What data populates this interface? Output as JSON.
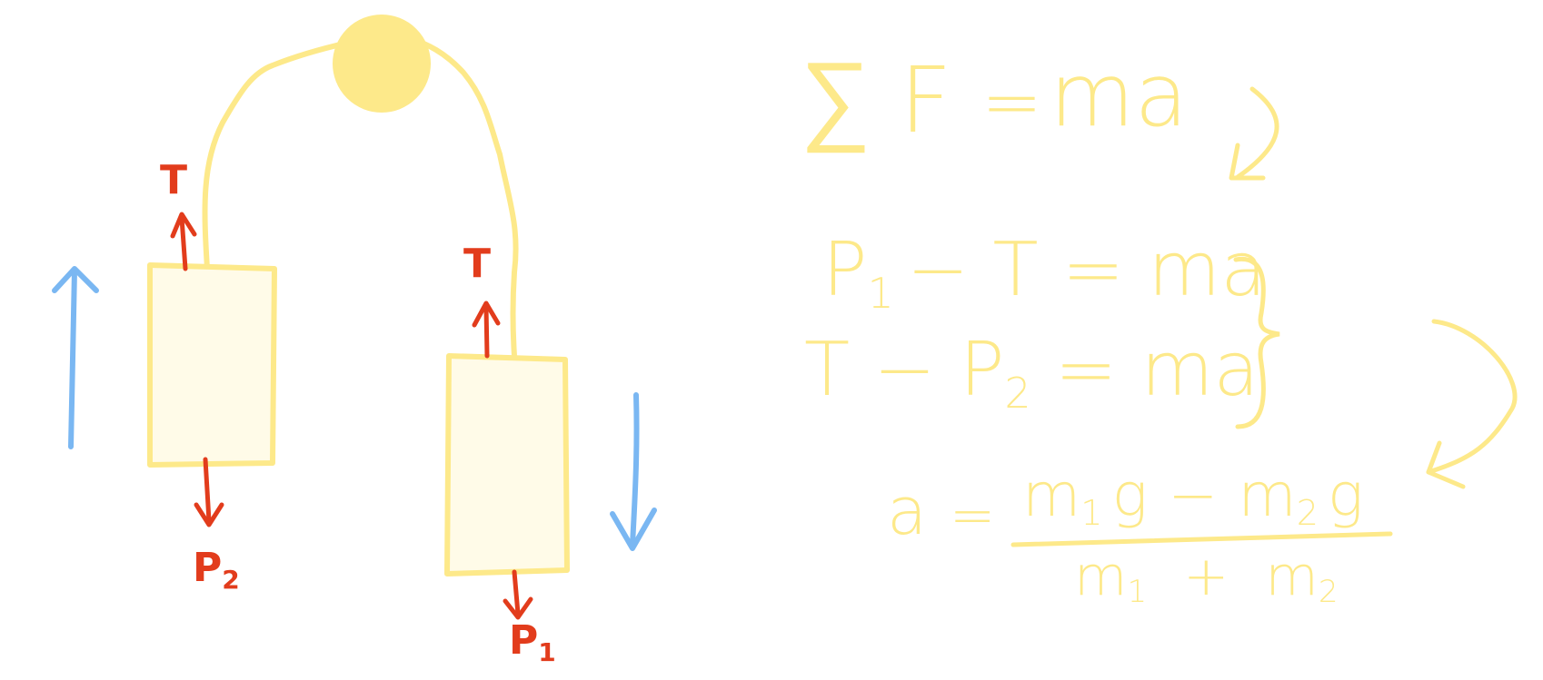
{
  "colors": {
    "background": "#ffffff",
    "rope_pulley": "#fde98a",
    "block_fill": "#fffbe8",
    "force_arrow": "#e23c1c",
    "motion_arrow": "#7ab7f2",
    "equation_ink": "#fde98a"
  },
  "forces": {
    "tension_left": "T",
    "tension_right": "T",
    "weight_left": {
      "letter": "P",
      "sub": "2"
    },
    "weight_right": {
      "letter": "P",
      "sub": "1"
    }
  },
  "equations": {
    "newton": {
      "sum": "∑",
      "lhs": "F",
      "eq": "=",
      "rhs": "ma"
    },
    "system_line1": {
      "p": "P",
      "sub": "1",
      "rest": "− T = ma"
    },
    "system_line2": {
      "lead": "T − ",
      "p": "P",
      "sub": "2",
      "rest": " = ma"
    },
    "result": {
      "lhs": "a",
      "eq": "=",
      "numerator": {
        "m1": "m",
        "sub1": "1",
        "g1": "g",
        "minus": "−",
        "m2": "m",
        "sub2": "2",
        "g2": "g"
      },
      "denominator": {
        "m1": "m",
        "sub1": "1",
        "plus": "+",
        "m2": "m",
        "sub2": "2"
      }
    }
  }
}
